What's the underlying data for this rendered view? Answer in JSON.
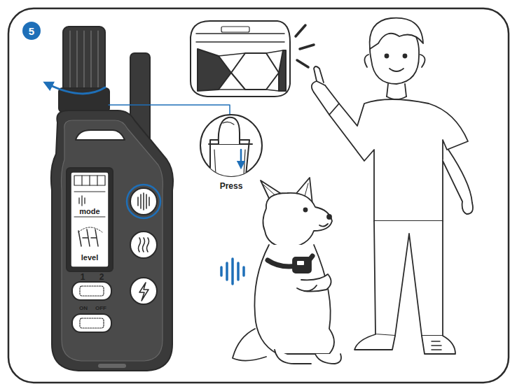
{
  "diagram": {
    "nodes": [
      {
        "text": [
          "5"
        ]
      }
    ],
    "edges": [],
    "labels": [
      "mode",
      "level",
      "1",
      "2",
      "ON",
      "OFF",
      "Press"
    ]
  }
}
